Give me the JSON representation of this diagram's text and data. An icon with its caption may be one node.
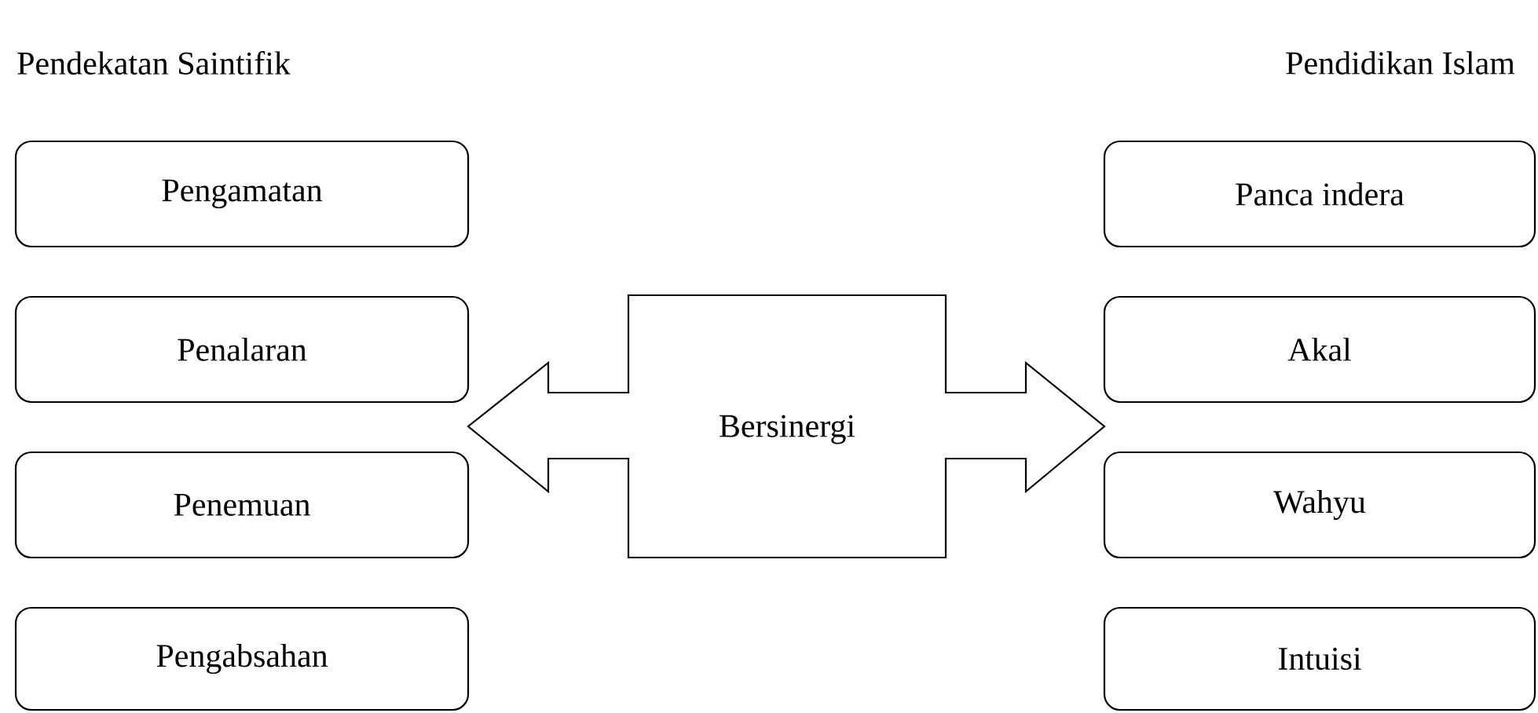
{
  "diagram": {
    "nodes": [
      {
        "text": [
          "Pengamatan"
        ]
      },
      {
        "text": [
          "Penalaran"
        ]
      },
      {
        "text": [
          "Penemuan"
        ]
      },
      {
        "text": [
          "Pengabsahan"
        ]
      },
      {
        "text": [
          "Bersinergi"
        ]
      },
      {
        "text": [
          "Panca indera"
        ]
      },
      {
        "text": [
          "Akal"
        ]
      },
      {
        "text": [
          "Wahyu"
        ]
      },
      {
        "text": [
          "Intuisi"
        ]
      }
    ],
    "labels": [
      "Pendekatan Saintifik",
      "Pendidikan Islam"
    ]
  }
}
